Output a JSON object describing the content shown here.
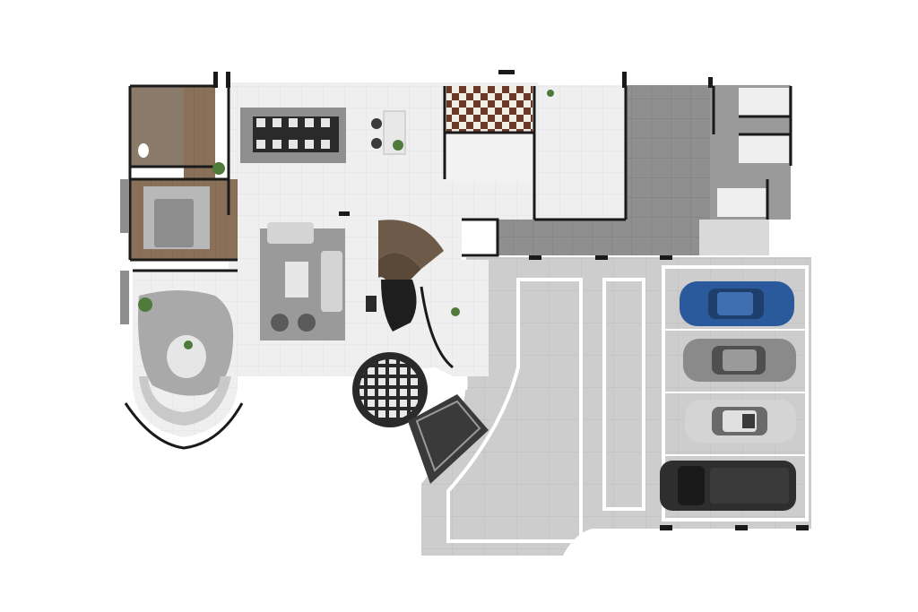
{
  "floor_plan": {
    "rooms": [
      "bathroom",
      "dressing-room",
      "bedroom",
      "lounge",
      "dining-room",
      "main-hall",
      "living-room",
      "kitchen",
      "service-area",
      "bedroom-wing",
      "staircase",
      "piano-area",
      "entrance-porch",
      "garage",
      "driveway"
    ],
    "furniture": [
      "dining-table",
      "sofa",
      "armchair",
      "coffee-table",
      "bed",
      "toilet",
      "grand-piano",
      "sectional-sofa",
      "plant",
      "car"
    ],
    "colors": {
      "background": "#ffffff",
      "wall": "#1a1a1a",
      "floor_light": "#efefef",
      "floor_wood": "#8a7058",
      "floor_service": "#8c8c8c",
      "floor_driveway": "#c9c9c9",
      "rug": "#9a9a9a",
      "car_blue": "#2a5a9c",
      "car_dark": "#2e2e2e",
      "car_grey": "#8a8a8a",
      "car_silver": "#cfcfcf"
    }
  }
}
